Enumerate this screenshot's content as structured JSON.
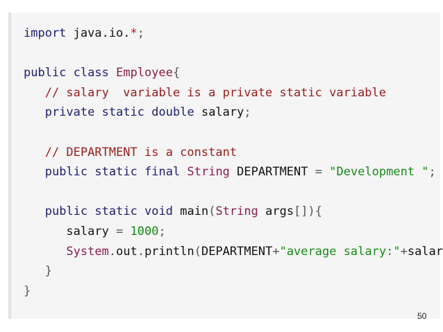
{
  "code": {
    "lines": [
      {
        "tokens": [
          {
            "t": "import",
            "k": "kw"
          },
          {
            "t": " java.io.",
            "k": "id"
          },
          {
            "t": "*",
            "k": "cm"
          },
          {
            "t": ";",
            "k": "pu"
          }
        ]
      },
      {
        "tokens": []
      },
      {
        "tokens": [
          {
            "t": "public",
            "k": "kw"
          },
          {
            "t": " ",
            "k": "id"
          },
          {
            "t": "class",
            "k": "kw"
          },
          {
            "t": " ",
            "k": "id"
          },
          {
            "t": "Employee",
            "k": "ty"
          },
          {
            "t": "{",
            "k": "pu"
          }
        ]
      },
      {
        "tokens": [
          {
            "t": "   ",
            "k": "id"
          },
          {
            "t": "// salary  variable is a private static variable",
            "k": "cm"
          }
        ]
      },
      {
        "tokens": [
          {
            "t": "   ",
            "k": "id"
          },
          {
            "t": "private",
            "k": "kw"
          },
          {
            "t": " ",
            "k": "id"
          },
          {
            "t": "static",
            "k": "kw"
          },
          {
            "t": " ",
            "k": "id"
          },
          {
            "t": "double",
            "k": "kw"
          },
          {
            "t": " salary",
            "k": "id"
          },
          {
            "t": ";",
            "k": "pu"
          }
        ]
      },
      {
        "tokens": []
      },
      {
        "tokens": [
          {
            "t": "   ",
            "k": "id"
          },
          {
            "t": "// DEPARTMENT is a constant",
            "k": "cm"
          }
        ]
      },
      {
        "tokens": [
          {
            "t": "   ",
            "k": "id"
          },
          {
            "t": "public",
            "k": "kw"
          },
          {
            "t": " ",
            "k": "id"
          },
          {
            "t": "static",
            "k": "kw"
          },
          {
            "t": " ",
            "k": "id"
          },
          {
            "t": "final",
            "k": "kw"
          },
          {
            "t": " ",
            "k": "id"
          },
          {
            "t": "String",
            "k": "ty"
          },
          {
            "t": " DEPARTMENT ",
            "k": "id"
          },
          {
            "t": "=",
            "k": "pu"
          },
          {
            "t": " ",
            "k": "id"
          },
          {
            "t": "\"Development \"",
            "k": "st"
          },
          {
            "t": ";",
            "k": "pu"
          }
        ]
      },
      {
        "tokens": []
      },
      {
        "tokens": [
          {
            "t": "   ",
            "k": "id"
          },
          {
            "t": "public",
            "k": "kw"
          },
          {
            "t": " ",
            "k": "id"
          },
          {
            "t": "static",
            "k": "kw"
          },
          {
            "t": " ",
            "k": "id"
          },
          {
            "t": "void",
            "k": "kw"
          },
          {
            "t": " main",
            "k": "id"
          },
          {
            "t": "(",
            "k": "pu"
          },
          {
            "t": "String",
            "k": "ty"
          },
          {
            "t": " args",
            "k": "id"
          },
          {
            "t": "[]){",
            "k": "pu"
          }
        ]
      },
      {
        "tokens": [
          {
            "t": "      salary ",
            "k": "id"
          },
          {
            "t": "=",
            "k": "pu"
          },
          {
            "t": " ",
            "k": "id"
          },
          {
            "t": "1000",
            "k": "nu"
          },
          {
            "t": ";",
            "k": "pu"
          }
        ]
      },
      {
        "tokens": [
          {
            "t": "      ",
            "k": "id"
          },
          {
            "t": "System",
            "k": "ty"
          },
          {
            "t": ".",
            "k": "pu"
          },
          {
            "t": "out",
            "k": "id"
          },
          {
            "t": ".",
            "k": "pu"
          },
          {
            "t": "println",
            "k": "id"
          },
          {
            "t": "(",
            "k": "pu"
          },
          {
            "t": "DEPARTMENT",
            "k": "id"
          },
          {
            "t": "+",
            "k": "pu"
          },
          {
            "t": "\"average salary:\"",
            "k": "st"
          },
          {
            "t": "+",
            "k": "pu"
          },
          {
            "t": "salary",
            "k": "id"
          },
          {
            "t": ");",
            "k": "pu"
          }
        ]
      },
      {
        "tokens": [
          {
            "t": "   ",
            "k": "id"
          },
          {
            "t": "}",
            "k": "pu"
          }
        ]
      },
      {
        "tokens": [
          {
            "t": "}",
            "k": "pu"
          }
        ]
      }
    ]
  },
  "footer": {
    "page_number": "50"
  }
}
